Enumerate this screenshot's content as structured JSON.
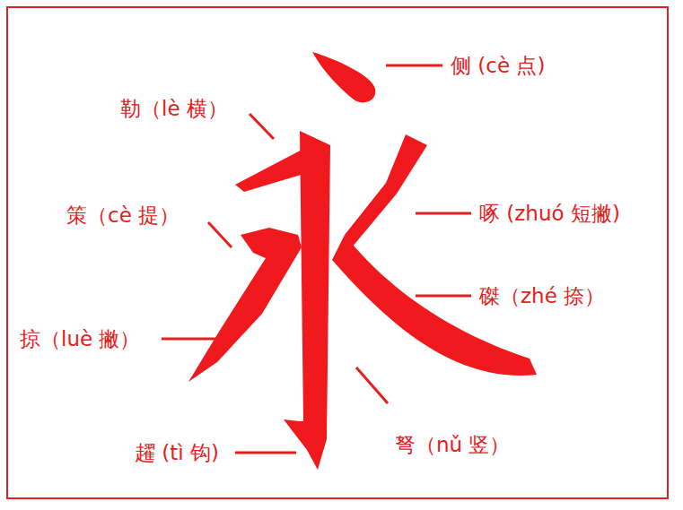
{
  "diagram": {
    "labels": [
      "侧 (cè 点)",
      "勒（lè 横）",
      "策（cè 提）",
      "啄 (zhuó 短撇)",
      "磔（zhé 捺）",
      "掠（luè 撇）",
      "弩（nǔ 竖）",
      "趯 (tì 钩)"
    ]
  }
}
